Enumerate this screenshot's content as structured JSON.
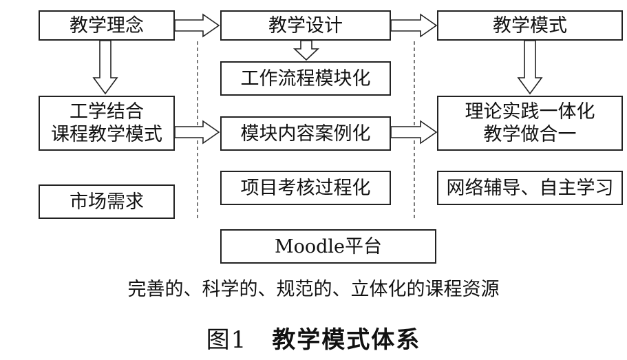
{
  "boxes": {
    "teaching_philosophy": "教学理念",
    "teaching_design": "教学设计",
    "teaching_mode": "教学模式",
    "workflow_modular": "工作流程模块化",
    "work_study_line1": "工学结合",
    "work_study_line2": "课程教学模式",
    "module_case": "模块内容案例化",
    "theory_practice_line1": "理论实践一体化",
    "theory_practice_line2": "教学做合一",
    "market_demand": "市场需求",
    "project_assessment": "项目考核过程化",
    "online_guidance": "网络辅导、自主学习",
    "moodle_platform": "Moodle平台"
  },
  "caption": "完善的、科学的、规范的、立体化的课程资源",
  "figure": {
    "number": "图1",
    "title": "教学模式体系"
  }
}
